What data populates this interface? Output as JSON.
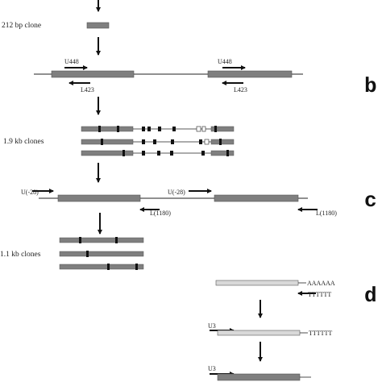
{
  "labels": {
    "clone_212": "212 bp clone",
    "clones_19": "1.9 kb clones",
    "clones_11": "1.1 kb clones",
    "u448_left": "U448",
    "u448_right": "U448",
    "l423_left": "L423",
    "l423_right": "L423",
    "u28_left": "U(-28)",
    "u28_right": "U(-28)",
    "l1180_left": "L(1180)",
    "l1180_right": "L(1180)",
    "polyA": "AAAAAA",
    "polyT_primer": "TTTTTT",
    "polyT_product": "TTTTTT",
    "u3_first": "U3",
    "u3_second": "U3"
  },
  "panels": {
    "b": "b",
    "c": "c",
    "d": "d"
  },
  "colors": {
    "box_dark": "#7f7f7f",
    "box_light": "#d9d9d9",
    "line": "#222222",
    "marker": "#111111"
  }
}
